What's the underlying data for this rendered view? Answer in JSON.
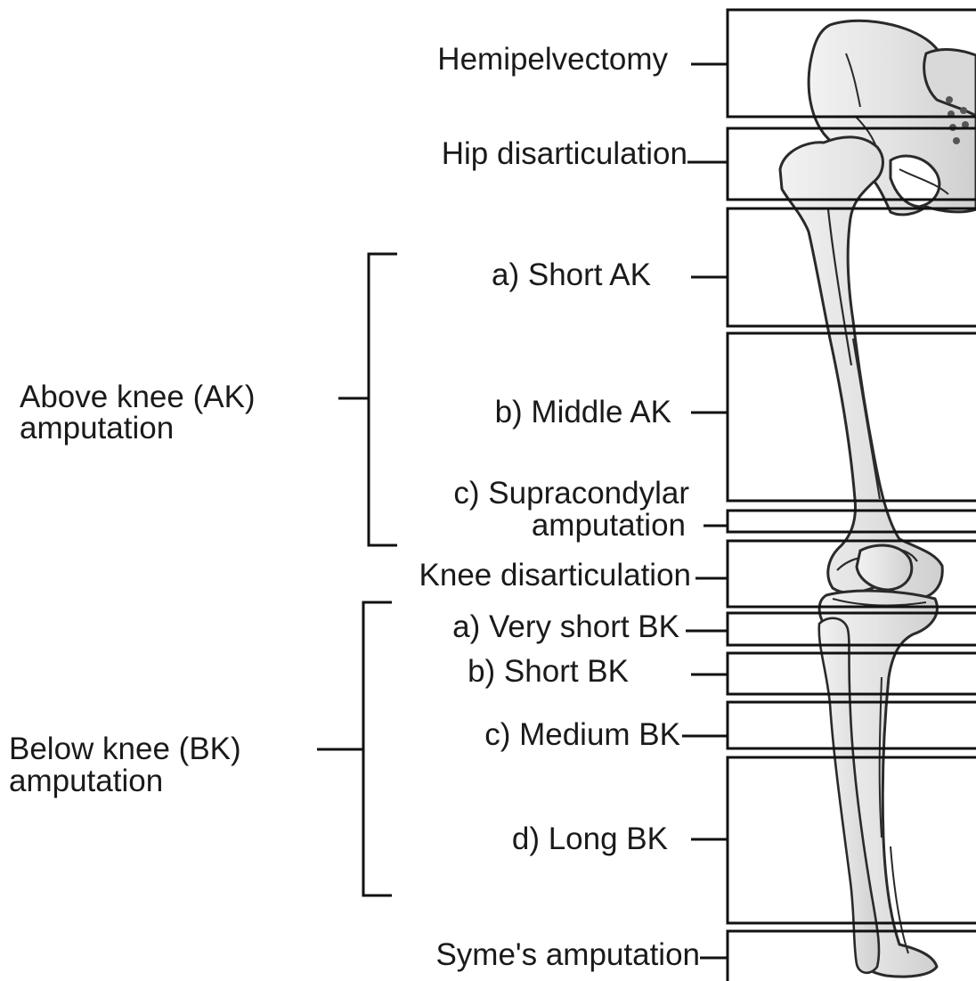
{
  "labels": {
    "hemipelvectomy": "Hemipelvectomy",
    "hip_disarticulation": "Hip disarticulation",
    "short_ak": "a) Short AK",
    "middle_ak": "b) Middle AK",
    "supracondylar_line1": "c) Supracondylar",
    "supracondylar_line2": "amputation",
    "ak_group_line1": "Above knee (AK)",
    "ak_group_line2": "amputation",
    "knee_disarticulation": "Knee disarticulation",
    "very_short_bk": "a) Very short BK",
    "short_bk": "b) Short BK",
    "medium_bk": "c) Medium BK",
    "long_bk": "d) Long BK",
    "bk_group_line1": "Below knee (BK)",
    "bk_group_line2": "amputation",
    "symes": "Syme's amputation"
  },
  "colors": {
    "bone_fill": "#e4e4e4",
    "bone_stroke": "#2a2a2a",
    "line": "#111111",
    "text": "#1a1a1a"
  }
}
